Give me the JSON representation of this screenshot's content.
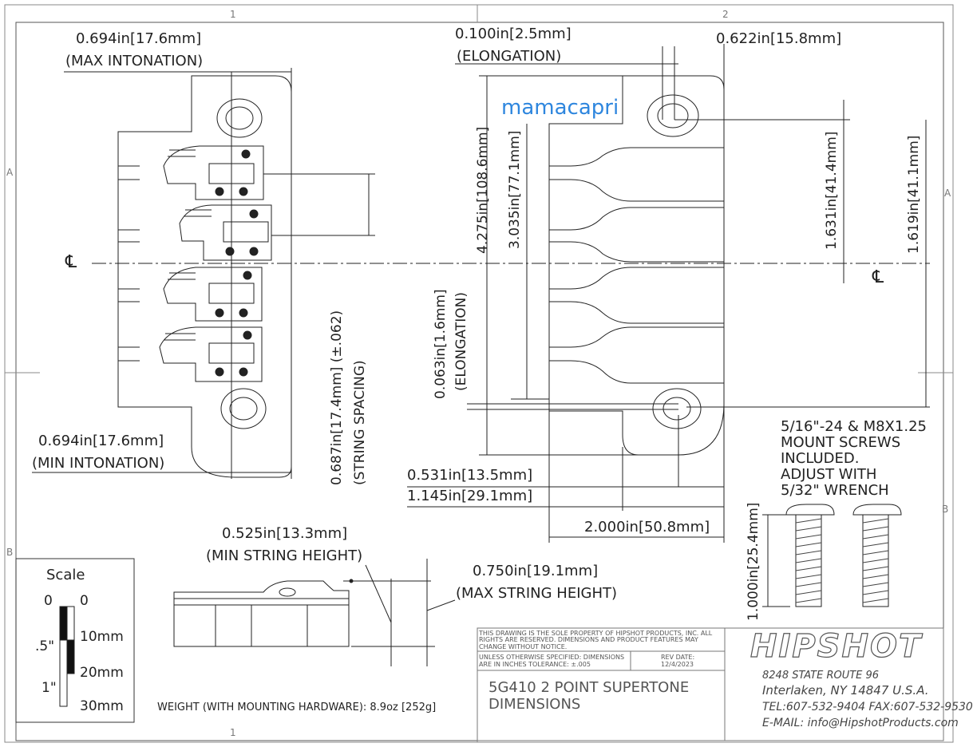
{
  "border": {
    "top_zone_1": "1",
    "top_zone_2": "2",
    "bottom_zone_1": "1",
    "left_zone_a": "A",
    "right_zone_a": "A",
    "left_zone_b": "B",
    "right_zone_b": "B"
  },
  "watermark": "mamacapri",
  "centerline": "℄",
  "dims": {
    "max_intonation_value": "0.694in[17.6mm]",
    "max_intonation_label": "(MAX INTONATION)",
    "min_intonation_value": "0.694in[17.6mm]",
    "min_intonation_label": "(MIN INTONATION)",
    "elongation_top_value": "0.100in[2.5mm]",
    "elongation_top_label": "(ELONGATION)",
    "width_top": "0.622in[15.8mm]",
    "height_overall": "4.275in[108.6mm]",
    "height_inner": "3.035in[77.1mm]",
    "hole_offset_a": "1.631in[41.4mm]",
    "hole_offset_b": "1.619in[41.1mm]",
    "elongation_side_value": "0.063in[1.6mm]",
    "elongation_side_label": "(ELONGATION)",
    "string_spacing_value": "0.687in[17.4mm] (±.062)",
    "string_spacing_label": "(STRING SPACING)",
    "dim_531": "0.531in[13.5mm]",
    "dim_1145": "1.145in[29.1mm]",
    "dim_2000": "2.000in[50.8mm]",
    "min_height_value": "0.525in[13.3mm]",
    "min_height_label": "(MIN STRING HEIGHT)",
    "max_height_value": "0.750in[19.1mm]",
    "max_height_label": "(MAX STRING HEIGHT)",
    "screw_height": "1.000in[25.4mm]"
  },
  "screw_note": [
    "5/16\"-24 & M8X1.25",
    "MOUNT SCREWS",
    "INCLUDED.",
    "ADJUST WITH",
    "5/32\" WRENCH"
  ],
  "weight": "WEIGHT (WITH MOUNTING HARDWARE): 8.9oz [252g]",
  "scale": {
    "title": "Scale",
    "l0": "0",
    "l5": ".5\"",
    "l1": "1\"",
    "r0": "0",
    "r10": "10mm",
    "r20": "20mm",
    "r30": "30mm"
  },
  "title_block": {
    "property_note": "THIS DRAWING IS THE SOLE PROPERTY OF HIPSHOT PRODUCTS, INC. ALL RIGHTS ARE RESERVED. DIMENSIONS AND PRODUCT FEATURES MAY CHANGE WITHOUT NOTICE.",
    "tolerance_note_1": "UNLESS OTHERWISE SPECIFIED: DIMENSIONS",
    "tolerance_note_2": "ARE IN INCHES TOLERANCE: ±.005",
    "rev_label": "REV DATE:",
    "rev_date": "12/4/2023",
    "title_line_1": "5G410 2 POINT SUPERTONE",
    "title_line_2": "DIMENSIONS",
    "logo": "HIPSHOT",
    "address_1": "8248 STATE ROUTE 96",
    "address_2": "Interlaken, NY 14847 U.S.A.",
    "phone": "TEL:607-532-9404 FAX:607-532-9530",
    "email": "E-MAIL: info@HipshotProducts.com"
  }
}
